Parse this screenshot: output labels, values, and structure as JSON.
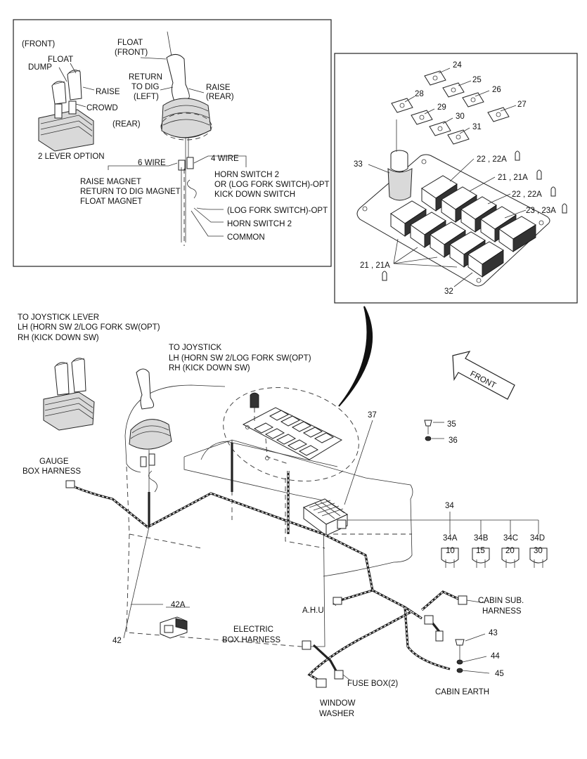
{
  "inset_left": {
    "front": "(FRONT)",
    "float": "FLOAT",
    "dump": "DUMP",
    "raise": "RAISE",
    "crowd": "CROWD",
    "rear": "(REAR)",
    "two_lever_option": "2 LEVER OPTION",
    "float_front_1": "FLOAT",
    "float_front_2": "(FRONT)",
    "return_dig_1": "RETURN",
    "return_dig_2": "TO DIG",
    "return_dig_3": "(LEFT)",
    "raise_rear_1": "RAISE",
    "raise_rear_2": "(REAR)",
    "six_wire": "6 WIRE",
    "four_wire": "4 WIRE",
    "raise_magnet": "RAISE MAGNET",
    "return_magnet": "RETURN TO DIG MAGNET",
    "float_magnet": "FLOAT MAGNET",
    "horn_sw2_line1": "HORN SWITCH 2",
    "horn_sw2_line2": "OR (LOG FORK SWITCH)-OPT",
    "kick_down": "KICK DOWN SWITCH",
    "log_fork": "(LOG FORK SWITCH)-OPT",
    "horn_sw2": "HORN SWITCH 2",
    "common": "COMMON"
  },
  "inset_right": {
    "n24": "24",
    "n25": "25",
    "n26": "26",
    "n27": "27",
    "n28": "28",
    "n29": "29",
    "n30": "30",
    "n31": "31",
    "n33": "33",
    "n22a": "22 , 22A",
    "n21a": "21 , 21A",
    "n22b": "22 , 22A",
    "n23": "23 , 23A",
    "n21b": "21 , 21A",
    "n32": "32"
  },
  "main": {
    "joystick_lever_1": "TO JOYSTICK LEVER",
    "joystick_lever_2": "LH (HORN SW 2/LOG FORK SW(OPT)",
    "joystick_lever_3": "RH (KICK DOWN SW)",
    "to_joystick_1": "TO JOYSTICK",
    "to_joystick_2": "LH (HORN SW 2/LOG FORK SW(OPT)",
    "to_joystick_3": "RH (KICK DOWN SW)",
    "front_arrow": "FRONT",
    "gauge_1": "GAUGE",
    "gauge_2": "BOX HARNESS",
    "n37": "37",
    "n35": "35",
    "n36": "36",
    "n34": "34",
    "n34a": "34A",
    "n34b": "34B",
    "n34c": "34C",
    "n34d": "34D",
    "a10": "10",
    "a15": "15",
    "a20": "20",
    "a30": "30",
    "ahu": "A.H.U",
    "cabin_sub_1": "CABIN SUB.",
    "cabin_sub_2": "HARNESS",
    "n42a": "42A",
    "n42": "42",
    "electric_1": "ELECTRIC",
    "electric_2": "BOX HARNESS",
    "n43": "43",
    "n44": "44",
    "n45": "45",
    "fuse_box": "FUSE BOX(2)",
    "cabin_earth": "CABIN EARTH",
    "washer_1": "WINDOW",
    "washer_2": "WASHER"
  }
}
